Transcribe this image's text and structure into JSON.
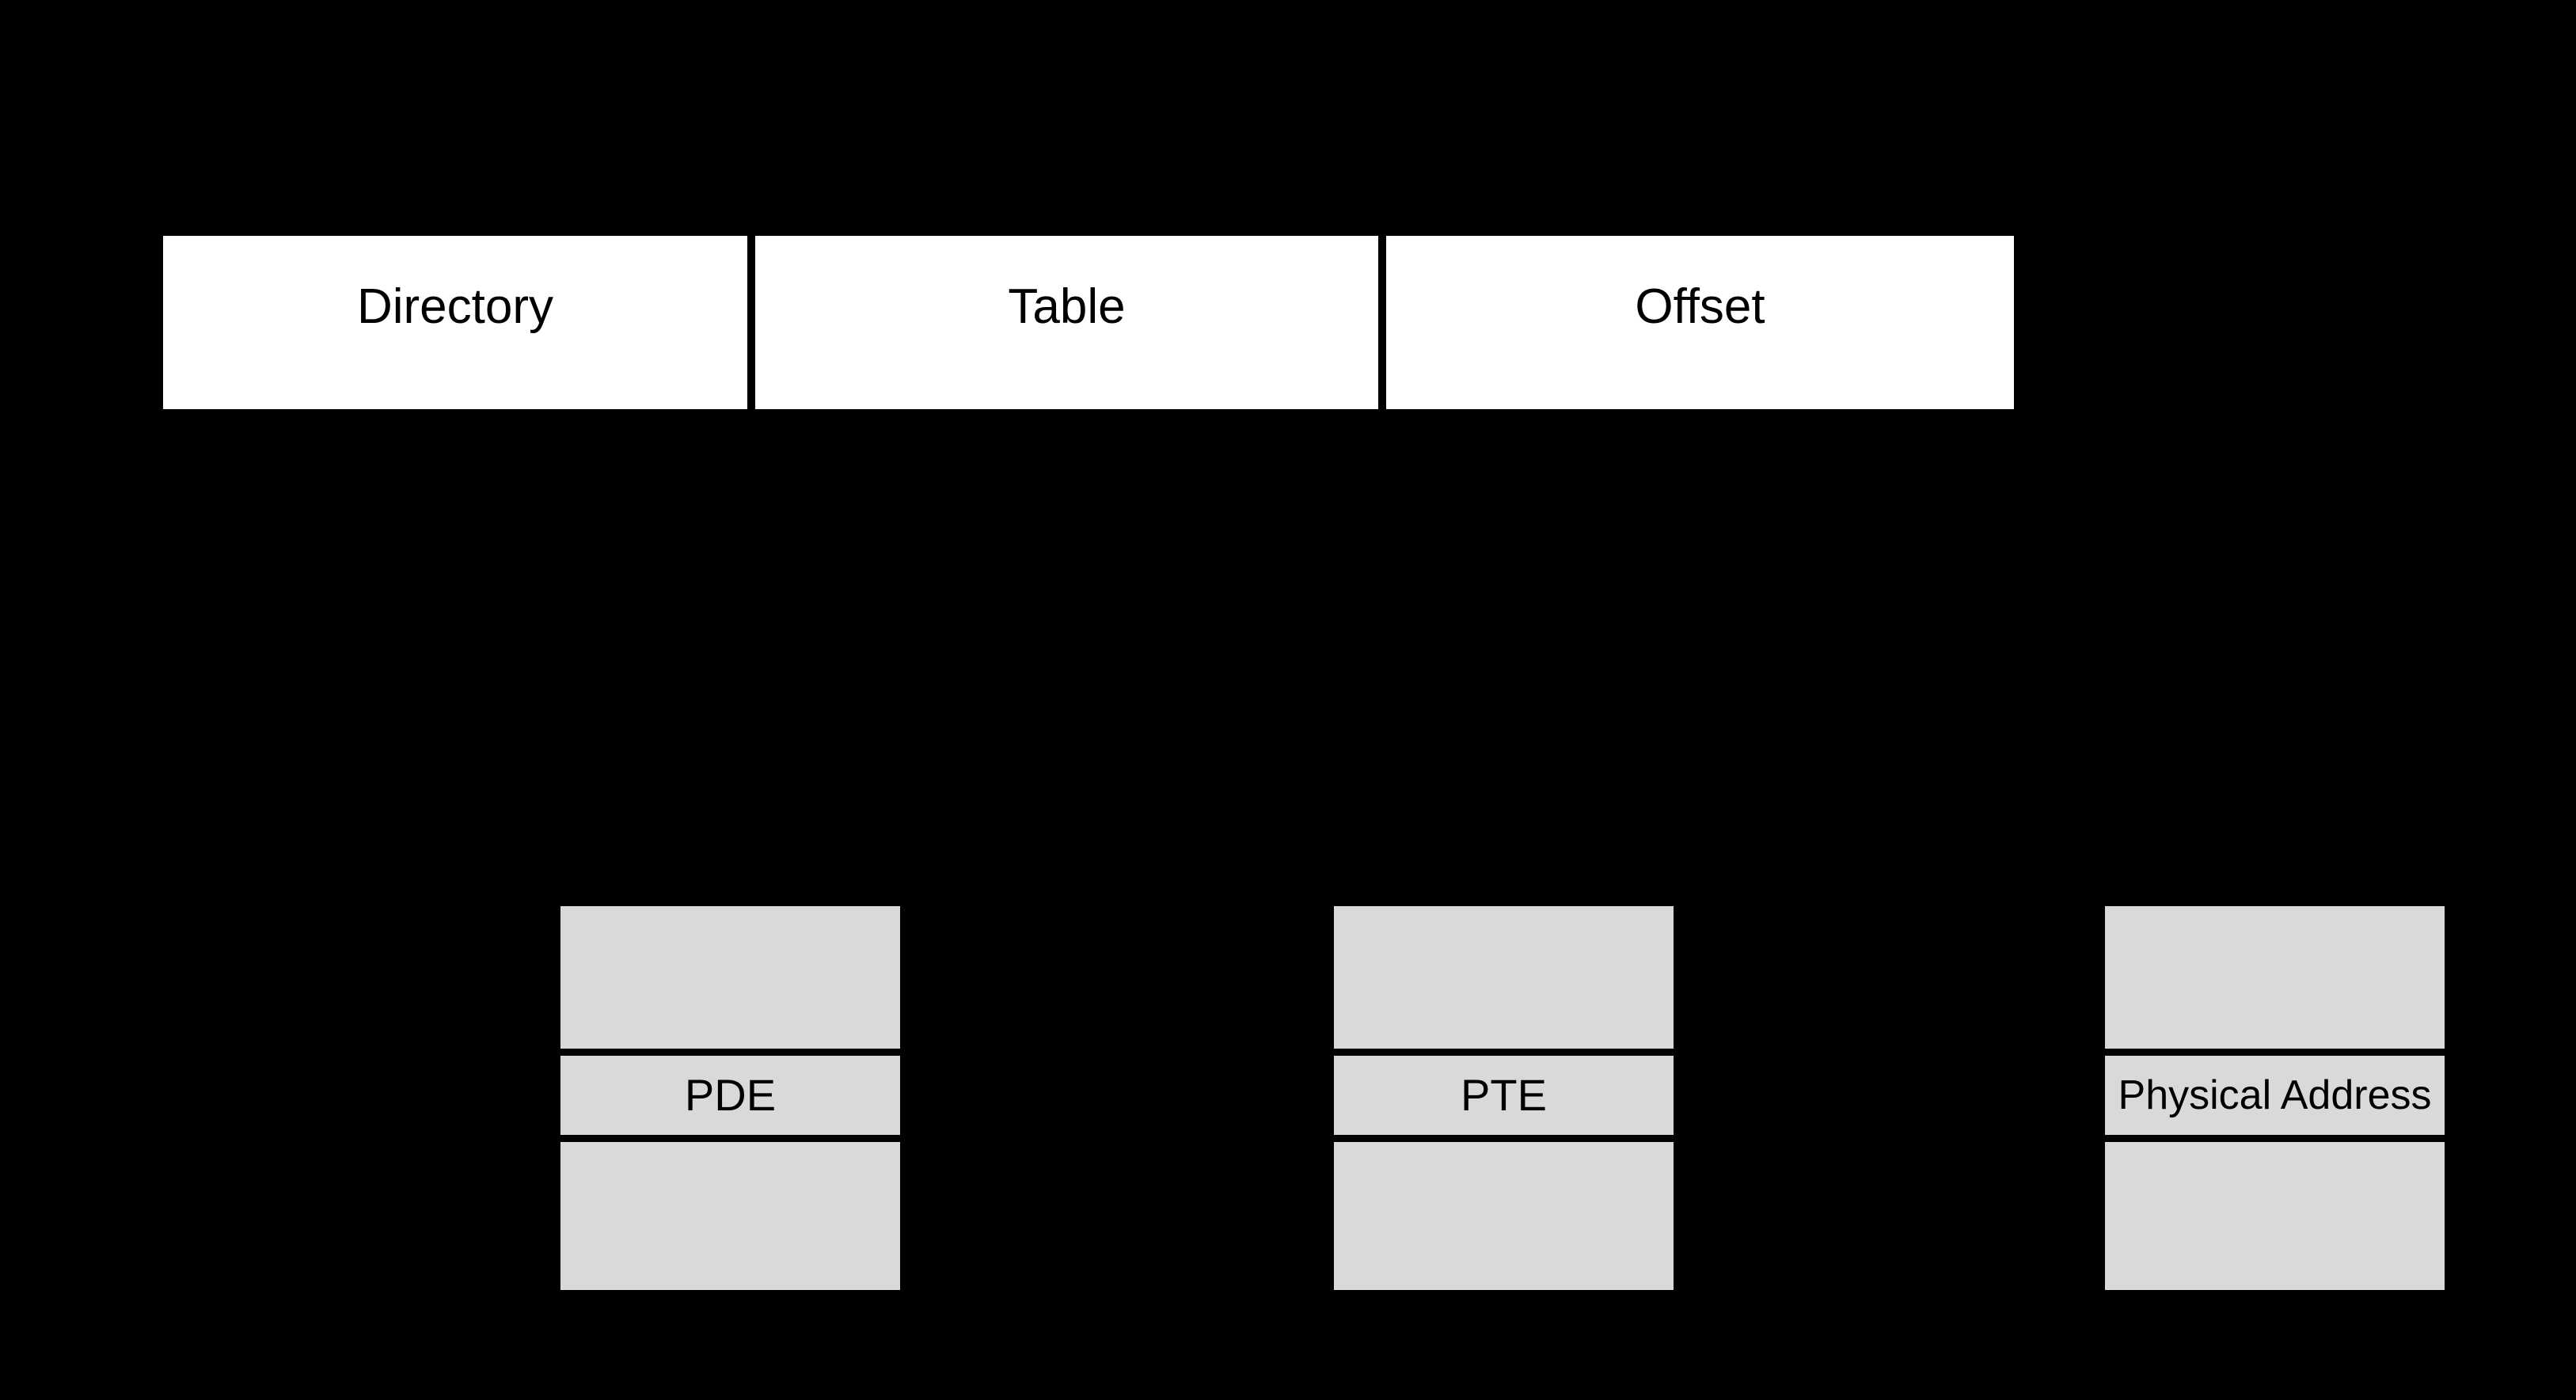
{
  "colors": {
    "bg": "#000000",
    "field_box": "#ffffff",
    "table_block": "#d9d9d9",
    "label": "#000000"
  },
  "address_fields": [
    {
      "label": "Directory"
    },
    {
      "label": "Table"
    },
    {
      "label": "Offset"
    }
  ],
  "tables": [
    {
      "entry_label": "PDE"
    },
    {
      "entry_label": "PTE"
    },
    {
      "entry_label": "Physical Address"
    }
  ]
}
